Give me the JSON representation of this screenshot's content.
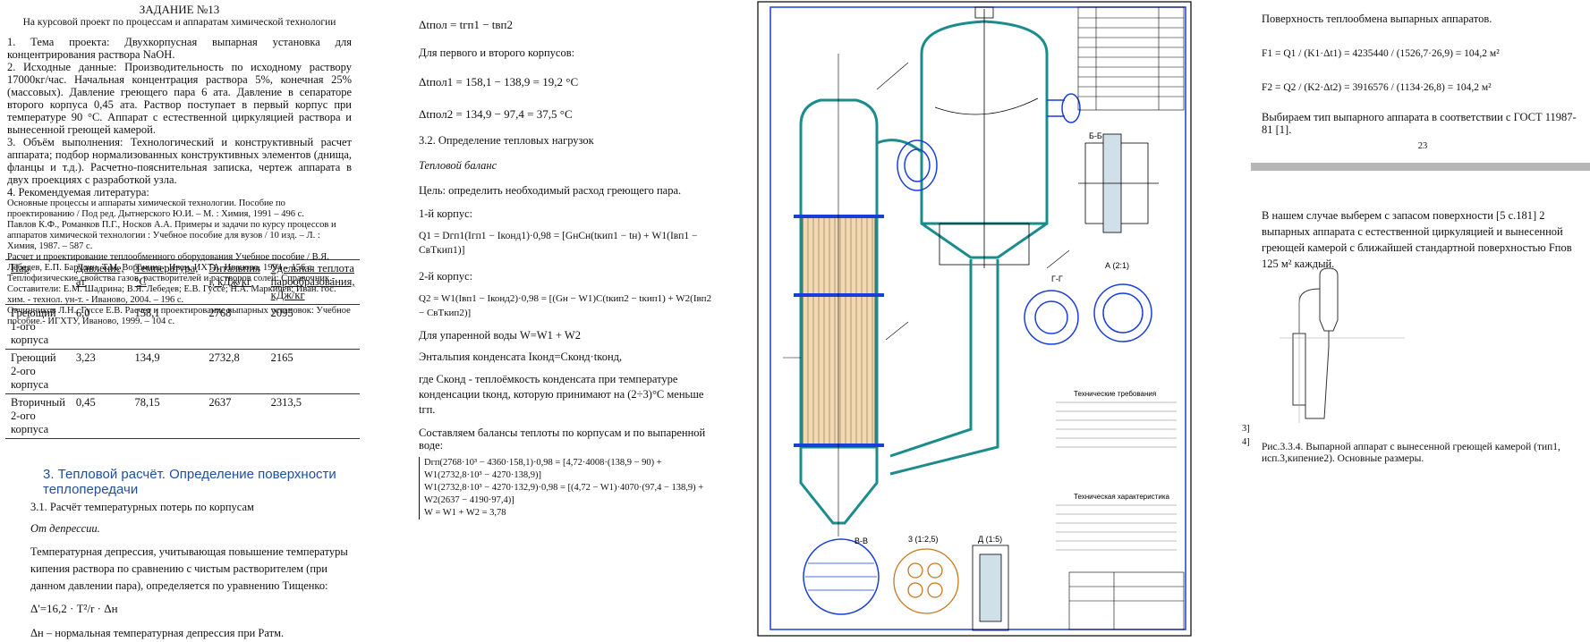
{
  "assignment": {
    "title": "ЗАДАНИЕ   №13",
    "subtitle": "На курсовой проект по процессам и аппаратам химической технологии",
    "items": [
      "1. Тема проекта:     Двухкорпусная выпарная установка для концентрирования раствора NaOH.",
      "2. Исходные данные: Производительность по исходному раствору 17000кг/час. Начальная концентрация раствора 5%, конечная 25%(массовых). Давление греющего пара 6 ата. Давление в сепараторе второго корпуса 0,45 ата. Раствор поступает в первый корпус при температуре 90 °С. Аппарат с естественной циркуляцией раствора и вынесенной греющей камерой.",
      "3. Объём выполнения: Технологический и конструктивный расчет аппарата; подбор нормализованных конструктивных элементов (днища, фланцы и т.д.). Расчетно-пояснительная записка, чертеж аппарата в двух проекциях с разработкой узла.",
      "4. Рекомендуемая литература:"
    ],
    "literature": [
      "Основные процессы и аппараты химической технологии. Пособие по проектированию / Под ред. Дытнерского Ю.И. – М. : Химия, 1991 – 496 с.",
      "Павлов К.Ф., Романков П.Г., Носков А.А. Примеры и задачи по курсу процессов и аппаратов химической технологии : Учебное пособие для вузов / 10 изд. – Л. : Химия, 1987. – 587 с.",
      "Расчет и проектирование теплообменного оборудования Учебное пособие / В.Я. Лебедев, Е.П. Барулин, Т.М. Воронина ; Иван. ИХТА, Иваново, 1994 – 156 с.",
      "Теплофизические свойства газов, растворителей и растворов солей: Справочник.- Составители: Е.М. Шадрина; В.Я. Лебедев; Е.В. Гуссе; Н.А. Маркичев; Иван. гос. хим. - технол. ун-т. - Иваново, 2004. – 196 с.",
      "Овчинников Л.Н., Гуссе Е.В. Расчет и проектирование выпарных установок: Учебное пособие.- ИГХТУ, Иваново, 1999. – 104 с."
    ]
  },
  "steam_table": {
    "headers": [
      "Пар",
      "Давление, ат",
      "Температура, °С",
      "Энтальпия i, кДж/кг",
      "Удельная теплота парообразования, кДж/кг"
    ],
    "rows": [
      [
        "Греющий 1-ого корпуса",
        "6,0",
        "158,1",
        "2768",
        "2095"
      ],
      [
        "Греющий 2-ого корпуса",
        "3,23",
        "134,9",
        "2732,8",
        "2165"
      ],
      [
        "Вторичный 2-ого корпуса",
        "0,45",
        "78,15",
        "2637",
        "2313,5"
      ]
    ]
  },
  "section3": {
    "heading": "3.  Тепловой расчёт. Определение поверхности теплопередачи",
    "sub1": "3.1. Расчёт температурных потерь по корпусам",
    "sub1_it": "От депрессии.",
    "para": "Температурная депрессия, учитывающая повышение температуры кипения раствора по сравнению с чистым растворителем (при данном давлении пара), определяется по уравнению Тищенко:",
    "formula": "Δ'=16,2 · T²/r · Δн",
    "note": "Δн – нормальная температурная депрессия при  Pатм."
  },
  "middle": {
    "top_formula": "Δtпол = tгп1 − tвп2",
    "line1": "Для первого и второго корпусов:",
    "f1": "Δtпол1 = 158,1 − 138,9 = 19,2 °С",
    "f2": "Δtпол2 = 134,9 − 97,4 = 37,5 °С",
    "sub2": "3.2. Определение тепловых нагрузок",
    "it": "Тепловой баланс",
    "goal": "Цель: определить необходимый расход греющего пара.",
    "k1": "1-й корпус:",
    "eq1": "Q1 = Dгп1(Iгп1 − Iконд1)·0,98 = [GнCн(tкип1 − tн) + W1(Iвп1 − CвTкип1)]",
    "k2": "2-й корпус:",
    "eq2": "Q2 = W1(Iвп1 − Iконд2)·0,98 = [(Gн − W1)C(tкип2 − tкип1) + W2(Iвп2 − CвTкип2)]",
    "water": "Для упаренной воды W=W1 + W2",
    "enth": "Энтальпия конденсата Iконд=Cконд·tконд,",
    "where": "где  Cконд - теплоёмкость конденсата при температуре конденсации tконд, которую принимают на (2÷3)°С меньше tгп.",
    "balance": "Составляем балансы теплоты по корпусам и по выпаренной воде:",
    "sys1": "Dгп(2768·10³ − 4360·158,1)·0,98 = [4,72·4008·(138,9 − 90) + W1(2732,8·10³ − 4270·138,9)]",
    "sys2": "W1(2732,8·10³ − 4270·132,9)·0,98 = [(4,72 − W1)·4070·(97,4 − 138,9) + W2(2637 − 4190·97,4)]",
    "sys3": "W = W1 + W2 = 3,78"
  },
  "drawing": {
    "labels": [
      "А (2:1)",
      "Б-Б",
      "В-В",
      "Г-Г",
      "3 (1:2,5)",
      "Д (1:5)"
    ],
    "notes_title": "Технические требования",
    "notes2_title": "Техническая характеристика"
  },
  "right": {
    "p1": "Поверхность теплообмена выпарных аппаратов.",
    "f1": "F1 = Q1 / (K1·Δt1) = 4235440 / (1526,7·26,9) = 104,2 м²",
    "f2": "F2 = Q2 / (K2·Δt2) = 3916576 / (1134·26,8) = 104,2 м²",
    "p2": "Выбираем тип выпарного аппарата в соответствии с ГОСТ 11987-81 [1].",
    "page_no": "23",
    "p3": "В нашем случае выберем с запасом поверхности  [5 с.181]  2 выпарных аппарата с естественной циркуляцией и вынесенной греющей камерой  с ближайшей стандартной поверхностью Fпов 125 м² каждый.",
    "caption": "Рис.3.3.4. Выпарной аппарат с вынесенной греющей камерой (тип1, исп.3,кипение2). Основные размеры.",
    "left_marks": [
      "3]",
      "4]"
    ]
  },
  "colors": {
    "heading": "#1f4fa0",
    "teal": "#1a8c8c",
    "blue": "#1a3fd8",
    "orange": "#c8781e"
  }
}
